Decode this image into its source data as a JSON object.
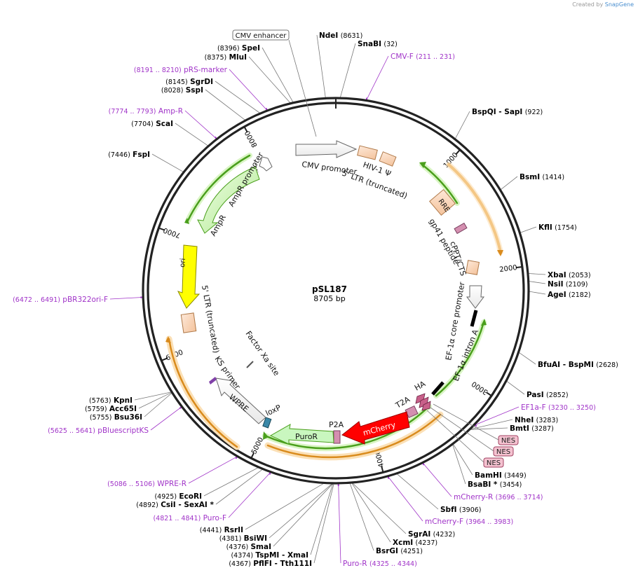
{
  "credit": {
    "prefix": "Created by",
    "brand": "SnapGene"
  },
  "plasmid": {
    "name": "pSL187",
    "size": "8705 bp",
    "length": 8705
  },
  "colors": {
    "backbone": "#222222",
    "primer": "#a033c8",
    "site": "#000000",
    "leader": "#777777"
  },
  "ticks": [
    {
      "pos": 1000,
      "label": "1000"
    },
    {
      "pos": 2000,
      "label": "2000"
    },
    {
      "pos": 3000,
      "label": "3000"
    },
    {
      "pos": 4000,
      "label": "4000"
    },
    {
      "pos": 5000,
      "label": "5000"
    },
    {
      "pos": 6000,
      "label": "6000"
    },
    {
      "pos": 7000,
      "label": "7000"
    },
    {
      "pos": 8000,
      "label": "8000"
    }
  ],
  "sites": [
    {
      "id": "ndei",
      "name": "NdeI",
      "num": "(8631)",
      "pos": 8631
    },
    {
      "id": "snabi",
      "name": "SnaBI",
      "num": "(32)",
      "pos": 32
    },
    {
      "id": "cmv-f",
      "name": "CMV-F",
      "num": "(211 .. 231)",
      "pos": 221,
      "primer": true
    },
    {
      "id": "bspqi",
      "name": "BspQI  - SapI",
      "num": "(922)",
      "pos": 922
    },
    {
      "id": "bsmi",
      "name": "BsmI",
      "num": "(1414)",
      "pos": 1414
    },
    {
      "id": "kfli",
      "name": "KflI",
      "num": "(1754)",
      "pos": 1754
    },
    {
      "id": "xbai",
      "name": "XbaI",
      "num": "(2053)",
      "pos": 2053
    },
    {
      "id": "nsii",
      "name": "NsiI",
      "num": "(2109)",
      "pos": 2109
    },
    {
      "id": "agei",
      "name": "AgeI",
      "num": "(2182)",
      "pos": 2182
    },
    {
      "id": "bfuai",
      "name": "BfuAI  - BspMI",
      "num": "(2628)",
      "pos": 2628
    },
    {
      "id": "pasi",
      "name": "PasI",
      "num": "(2852)",
      "pos": 2852
    },
    {
      "id": "ef1a-f",
      "name": "EF1a-F",
      "num": "(3230 .. 3250)",
      "pos": 3240,
      "primer": true
    },
    {
      "id": "nhei",
      "name": "NheI",
      "num": "(3283)",
      "pos": 3283
    },
    {
      "id": "bmti",
      "name": "BmtI",
      "num": "(3287)",
      "pos": 3287
    },
    {
      "id": "bamhi",
      "name": "BamHI",
      "num": "(3449)",
      "pos": 3449
    },
    {
      "id": "bsabi",
      "name": "BsaBI *",
      "num": "(3454)",
      "pos": 3454
    },
    {
      "id": "mcherry-r",
      "name": "mCherry-R",
      "num": "(3696 .. 3714)",
      "pos": 3705,
      "primer": true
    },
    {
      "id": "sbfi",
      "name": "SbfI",
      "num": "(3906)",
      "pos": 3906
    },
    {
      "id": "mcherry-f",
      "name": "mCherry-F",
      "num": "(3964 .. 3983)",
      "pos": 3973,
      "primer": true
    },
    {
      "id": "sgrai",
      "name": "SgrAI",
      "num": "(4232)",
      "pos": 4232
    },
    {
      "id": "xcmi",
      "name": "XcmI",
      "num": "(4237)",
      "pos": 4237
    },
    {
      "id": "bsrgi",
      "name": "BsrGI",
      "num": "(4251)",
      "pos": 4251
    },
    {
      "id": "puro-r",
      "name": "Puro-R",
      "num": "(4325 .. 4344)",
      "pos": 4334,
      "primer": true
    },
    {
      "id": "pflfi",
      "name": "PflFI  - Tth111I",
      "num": "(4367)",
      "pos": 4367
    },
    {
      "id": "tspmi",
      "name": "TspMI  - XmaI",
      "num": "(4374)",
      "pos": 4374
    },
    {
      "id": "smai",
      "name": "SmaI",
      "num": "(4376)",
      "pos": 4376
    },
    {
      "id": "bsiwi",
      "name": "BsiWI",
      "num": "(4381)",
      "pos": 4381
    },
    {
      "id": "rsrii",
      "name": "RsrII",
      "num": "(4441)",
      "pos": 4441
    },
    {
      "id": "puro-f",
      "name": "Puro-F",
      "num": "(4821 .. 4841)",
      "pos": 4831,
      "primer": true
    },
    {
      "id": "csii",
      "name": "CsiI  - SexAI *",
      "num": "(4892)",
      "pos": 4892
    },
    {
      "id": "ecori",
      "name": "EcoRI",
      "num": "(4925)",
      "pos": 4925
    },
    {
      "id": "wpre-r",
      "name": "WPRE-R",
      "num": "(5086 .. 5106)",
      "pos": 5096,
      "primer": true
    },
    {
      "id": "pbluescriptks",
      "name": "pBluescriptKS",
      "num": "(5625 .. 5641)",
      "pos": 5633,
      "primer": true
    },
    {
      "id": "bsu36i",
      "name": "Bsu36I",
      "num": "(5755)",
      "pos": 5755
    },
    {
      "id": "acc65i",
      "name": "Acc65I",
      "num": "(5759)",
      "pos": 5759
    },
    {
      "id": "kpni",
      "name": "KpnI",
      "num": "(5763)",
      "pos": 5763
    },
    {
      "id": "pbr322ori-f",
      "name": "pBR322ori-F",
      "num": "(6472 .. 6491)",
      "pos": 6481,
      "primer": true
    },
    {
      "id": "fspi",
      "name": "FspI",
      "num": "(7446)",
      "pos": 7446
    },
    {
      "id": "scai",
      "name": "ScaI",
      "num": "(7704)",
      "pos": 7704
    },
    {
      "id": "amp-r",
      "name": "Amp-R",
      "num": "(7774 .. 7793)",
      "pos": 7783,
      "primer": true
    },
    {
      "id": "sspi",
      "name": "SspI",
      "num": "(8028)",
      "pos": 8028
    },
    {
      "id": "sgrdi",
      "name": "SgrDI",
      "num": "(8145)",
      "pos": 8145
    },
    {
      "id": "prs-marker",
      "name": "pRS-marker",
      "num": "(8191 .. 8210)",
      "pos": 8200,
      "primer": true
    },
    {
      "id": "mlui",
      "name": "MluI",
      "num": "(8375)",
      "pos": 8375
    },
    {
      "id": "spei",
      "name": "SpeI",
      "num": "(8396)",
      "pos": 8396
    }
  ],
  "boxed_labels": {
    "cmv_enhancer": "CMV enhancer",
    "nes": [
      "NES",
      "NES",
      "NES"
    ]
  },
  "features": {
    "cmv_promoter": "CMV promoter",
    "hiv_ltr": "HIV-1 Ψ",
    "ltr5_top": "5' LTR (truncated)",
    "rre": "RRE",
    "gp41": "gp41 peptide",
    "cppt": "cPPT/CTS",
    "ef1a_core": "EF-1α core promoter",
    "ef1a_intron": "EF-1α intron A",
    "ha": "HA",
    "t2a": "T2A",
    "mcherry": "mCherry",
    "p2a": "P2A",
    "puror": "PuroR",
    "loxp": "loxP",
    "wpre": "WPRE",
    "ks_primer": "KS primer",
    "factor_xa": "Factor Xa site",
    "ltr5_bottom": "5' LTR (truncated)",
    "ori": "ori",
    "ampr": "AmpR",
    "ampr_promoter": "AmpR promoter"
  }
}
